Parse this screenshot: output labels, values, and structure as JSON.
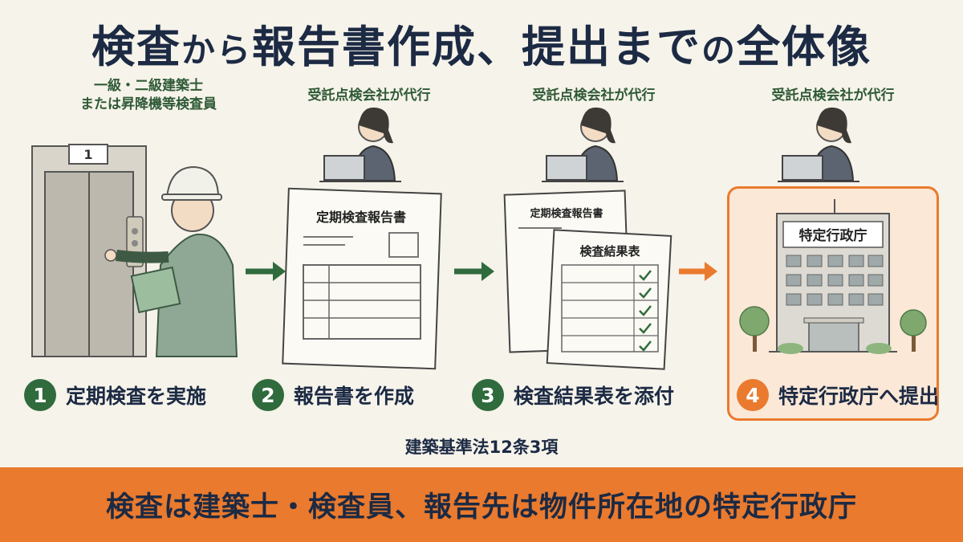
{
  "title_parts": [
    "検査",
    "から",
    "報告書作成、提出まで",
    "の",
    "全体像"
  ],
  "roles": {
    "inspector_line1": "一級・二級建築士",
    "inspector_line2": "または昇降機等検査員",
    "agency": "受託点検会社が代行"
  },
  "elevator_floor": "1",
  "doc_report_title": "定期検査報告書",
  "doc_result_title": "検査結果表",
  "building_sign": "特定行政庁",
  "steps": [
    {
      "number": "1",
      "label": "定期検査を実施"
    },
    {
      "number": "2",
      "label": "報告書を作成"
    },
    {
      "number": "3",
      "label": "検査結果表を添付"
    },
    {
      "number": "4",
      "label": "特定行政庁へ提出"
    }
  ],
  "law": "建築基準法12条3項",
  "footer": "検査は建築士・検査員、報告先は物件所在地の特定行政庁",
  "colors": {
    "green": "#2f6b3c",
    "orange": "#ea7a2d",
    "navy": "#1c2a44",
    "background": "#f6f3ea"
  }
}
